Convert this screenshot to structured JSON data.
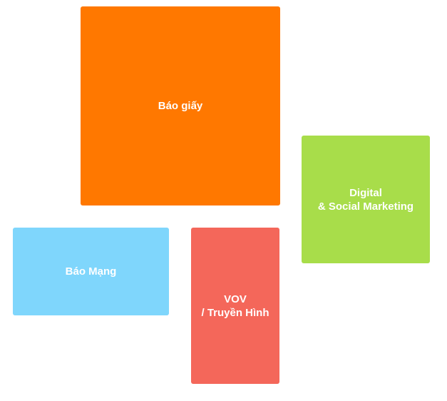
{
  "tiles": {
    "bao_giay": {
      "label": "Báo giấy",
      "color": "#ff7800"
    },
    "digital": {
      "label": "Digital\n& Social Marketing",
      "color": "#a8dd4a"
    },
    "bao_mang": {
      "label": "Báo Mạng",
      "color": "#7fd6fc"
    },
    "vov": {
      "label": "VOV\n/ Truyền Hình",
      "color": "#f4675a"
    }
  }
}
